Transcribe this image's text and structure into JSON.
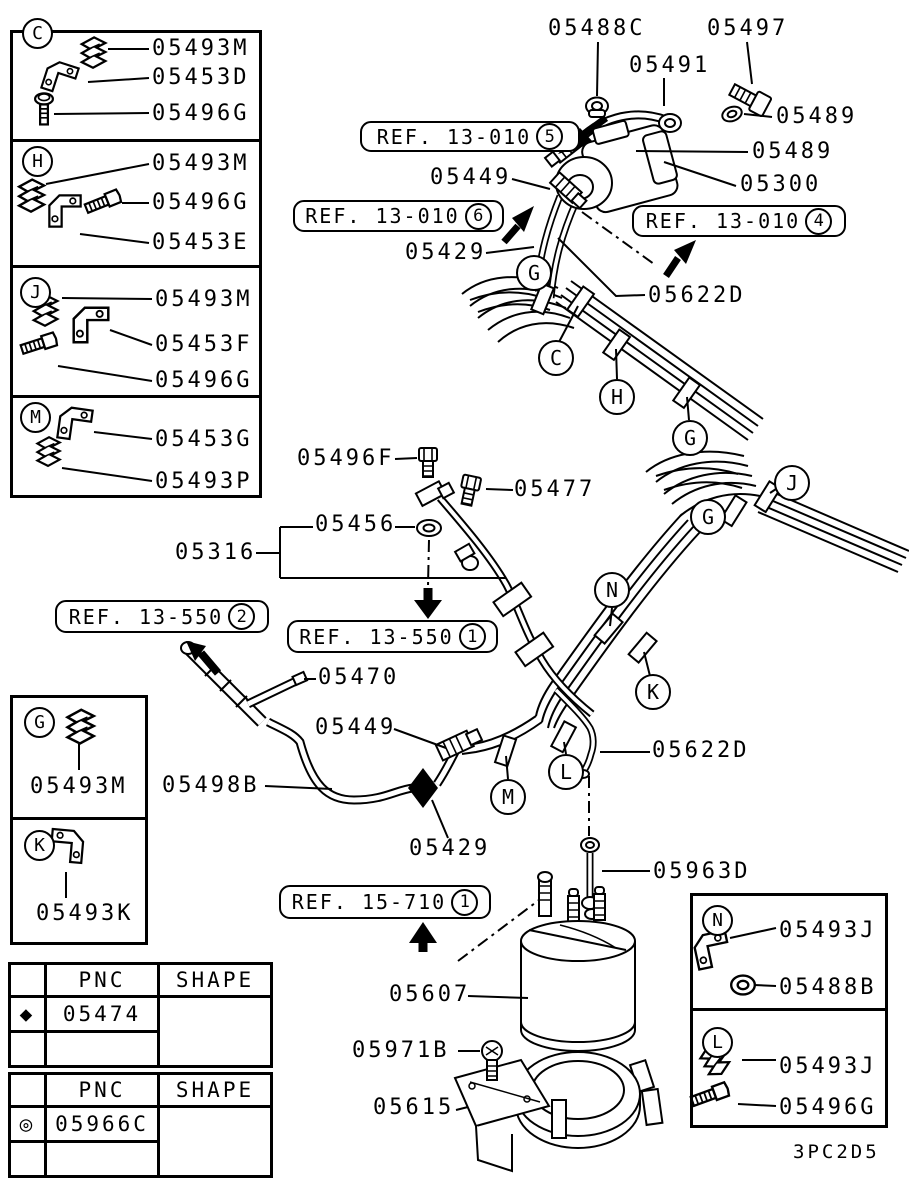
{
  "diagram_code": "3PC2D5",
  "callouts": {
    "p05488c": "05488C",
    "p05497": "05497",
    "p05491": "05491",
    "p05489_a": "05489",
    "p05489_b": "05489",
    "p05300": "05300",
    "p05449_a": "05449",
    "p05429_a": "05429",
    "p05622d_a": "05622D",
    "p05496f": "05496F",
    "p05477": "05477",
    "p05456": "05456",
    "p05316": "05316",
    "p05470": "05470",
    "p05449_b": "05449",
    "p05498b": "05498B",
    "p05429_b": "05429",
    "p05622d_b": "05622D",
    "p05963d": "05963D",
    "p05607": "05607",
    "p05971b": "05971B",
    "p05615": "05615"
  },
  "ref_boxes": {
    "ref_13_010_5": {
      "text": "REF. 13-010",
      "num": "5"
    },
    "ref_13_010_6": {
      "text": "REF. 13-010",
      "num": "6"
    },
    "ref_13_010_4": {
      "text": "REF. 13-010",
      "num": "4"
    },
    "ref_13_550_2": {
      "text": "REF. 13-550",
      "num": "2"
    },
    "ref_13_550_1": {
      "text": "REF. 13-550",
      "num": "1"
    },
    "ref_15_710_1": {
      "text": "REF. 15-710",
      "num": "1"
    }
  },
  "legend_boxes": {
    "c": {
      "letter": "C",
      "parts": [
        "05493M",
        "05453D",
        "05496G"
      ]
    },
    "h": {
      "letter": "H",
      "parts": [
        "05493M",
        "05496G",
        "05453E"
      ]
    },
    "j": {
      "letter": "J",
      "parts": [
        "05493M",
        "05453F",
        "05496G"
      ]
    },
    "m": {
      "letter": "M",
      "parts": [
        "05453G",
        "05493P"
      ]
    },
    "g": {
      "letter": "G",
      "parts": [
        "05493M"
      ]
    },
    "k": {
      "letter": "K",
      "parts": [
        "05493K"
      ]
    },
    "n": {
      "letter": "N",
      "parts": [
        "05493J",
        "05488B"
      ]
    },
    "l": {
      "letter": "L",
      "parts": [
        "05493J",
        "05496G"
      ]
    }
  },
  "pipe_markers": {
    "g1": "G",
    "c1": "C",
    "h1": "H",
    "g2": "G",
    "j1": "J",
    "g3": "G",
    "n1": "N",
    "k1": "K",
    "l1": "L",
    "m1": "M"
  },
  "pnc_tables": [
    {
      "symbol": "◆",
      "pnc_header": "PNC",
      "shape_header": "SHAPE",
      "pnc": "05474"
    },
    {
      "symbol": "◎",
      "pnc_header": "PNC",
      "shape_header": "SHAPE",
      "pnc": "05966C"
    }
  ]
}
